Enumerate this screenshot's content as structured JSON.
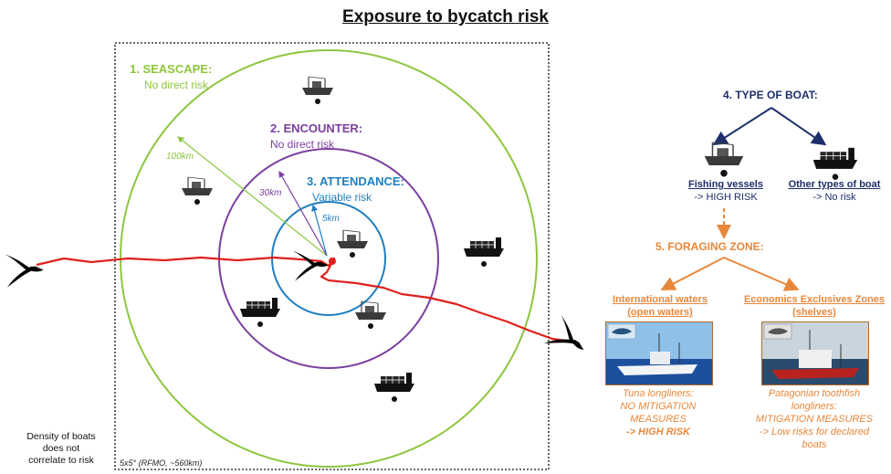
{
  "title": "Exposure to bycatch risk",
  "seascape": {
    "heading": "1. SEASCAPE:",
    "sub": "No direct risk",
    "radius_label": "100km"
  },
  "encounter": {
    "heading": "2. ENCOUNTER:",
    "sub": "No direct risk",
    "radius_label": "30km"
  },
  "attendance": {
    "heading": "3. ATTENDANCE:",
    "sub": "Variable risk",
    "radius_label": "5km"
  },
  "frame_label": "5x5° (RFMO, ~560km)",
  "density_note": [
    "Density of boats",
    "does not",
    "correlate to risk"
  ],
  "boat_type": {
    "heading": "4. TYPE OF BOAT:",
    "fishing": {
      "label": "Fishing vessels",
      "risk": "-> HIGH RISK"
    },
    "other": {
      "label": "Other types of boat",
      "risk": "-> No risk"
    }
  },
  "foraging": {
    "heading": "5. FORAGING ZONE:",
    "intl": {
      "label1": "International waters",
      "label2": "(open waters)",
      "desc": [
        "Tuna longliners:",
        "NO MITIGATION",
        "MEASURES",
        "-> HIGH RISK"
      ]
    },
    "eez": {
      "label1": "Economics Exclusives Zones",
      "label2": "(shelves)",
      "desc": [
        "Patagonian toothfish",
        "longliners:",
        "MITIGATION MEASURES",
        "-> Low risks for declared",
        "boats"
      ]
    }
  },
  "colors": {
    "seascape": "#8dc63f",
    "encounter": "#7b3fa0",
    "attendance": "#1f7fc0",
    "track": "#e0201b",
    "navy": "#1e2f6a",
    "orange": "#e8873a"
  },
  "icons": [
    "albatross-icon",
    "fishing-vessel-icon",
    "cargo-ship-icon",
    "buoy-icon"
  ]
}
